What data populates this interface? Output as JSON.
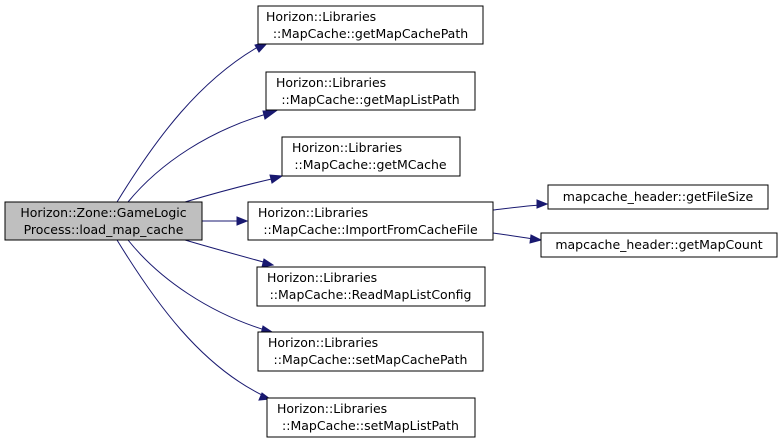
{
  "colors": {
    "edge": "#191970",
    "root_fill": "#bfbfbf",
    "node_fill": "#ffffff",
    "node_border": "#000000"
  },
  "nodes": {
    "root": {
      "line1": "Horizon::Zone::GameLogic",
      "line2": "Process::load_map_cache"
    },
    "getMapCachePath": {
      "line1": "Horizon::Libraries",
      "line2": "::MapCache::getMapCachePath"
    },
    "getMapListPath": {
      "line1": "Horizon::Libraries",
      "line2": "::MapCache::getMapListPath"
    },
    "getMCache": {
      "line1": "Horizon::Libraries",
      "line2": "::MapCache::getMCache"
    },
    "ImportFromCacheFile": {
      "line1": "Horizon::Libraries",
      "line2": "::MapCache::ImportFromCacheFile"
    },
    "ReadMapListConfig": {
      "line1": "Horizon::Libraries",
      "line2": "::MapCache::ReadMapListConfig"
    },
    "setMapCachePath": {
      "line1": "Horizon::Libraries",
      "line2": "::MapCache::setMapCachePath"
    },
    "setMapListPath": {
      "line1": "Horizon::Libraries",
      "line2": "::MapCache::setMapListPath"
    },
    "getFileSize": {
      "line1": "mapcache_header::getFileSize"
    },
    "getMapCount": {
      "line1": "mapcache_header::getMapCount"
    }
  }
}
